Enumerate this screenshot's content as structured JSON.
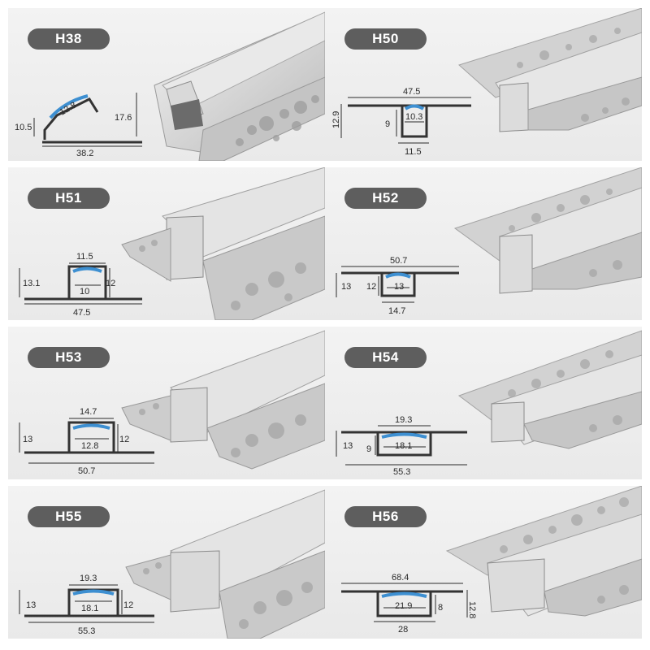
{
  "profiles": [
    {
      "code": "H38",
      "dims": {
        "top_width": "12.8",
        "height_left": "10.5",
        "height_right": "17.6",
        "base_width": "38.2"
      }
    },
    {
      "code": "H50",
      "dims": {
        "top_width": "47.5",
        "total_height": "12.9",
        "channel_height": "9",
        "inner_width": "10.3",
        "bottom_width": "11.5"
      }
    },
    {
      "code": "H51",
      "dims": {
        "top_width": "11.5",
        "total_height": "13.1",
        "channel_height": "12",
        "inner_width": "10",
        "base_width": "47.5"
      }
    },
    {
      "code": "H52",
      "dims": {
        "top_width": "50.7",
        "total_height": "13",
        "channel_height": "12",
        "inner_width": "13",
        "bottom_width": "14.7"
      }
    },
    {
      "code": "H53",
      "dims": {
        "top_width": "14.7",
        "total_height": "13",
        "channel_height": "12",
        "inner_width": "12.8",
        "base_width": "50.7"
      }
    },
    {
      "code": "H54",
      "dims": {
        "top_width": "19.3",
        "total_height": "13",
        "channel_height": "9",
        "inner_width": "18.1",
        "base_width": "55.3"
      }
    },
    {
      "code": "H55",
      "dims": {
        "top_width": "19.3",
        "total_height": "13",
        "channel_height": "12",
        "inner_width": "18.1",
        "base_width": "55.3"
      }
    },
    {
      "code": "H56",
      "dims": {
        "top_width": "68.4",
        "total_height": "12.8",
        "channel_height": "8",
        "inner_width": "21.9",
        "bottom_width": "28"
      }
    }
  ],
  "colors": {
    "panel_bg": "#eeeeee",
    "badge_bg": "#5e5e5e",
    "badge_text": "#ffffff",
    "diffuser_blue": "#3d8fd1",
    "profile_dark": "#3a3a3a",
    "aluminium": "#cfcfcf"
  }
}
